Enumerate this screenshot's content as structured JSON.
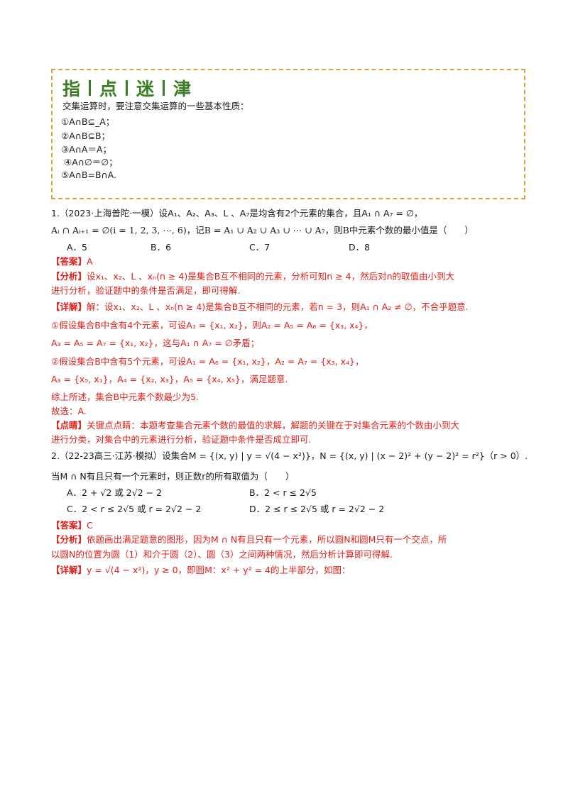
{
  "tips": {
    "title_chars": [
      "指",
      "点",
      "迷",
      "津"
    ],
    "intro": "交集运算时，要注意交集运算的一些基本性质：",
    "props": [
      "①A∩B⊆_A；",
      "②A∩B⊆B；",
      "③A∩A＝A；",
      "④A∩∅＝∅；",
      "⑤A∩B=B∩A."
    ]
  },
  "q1": {
    "line1": "1.（2023·上海普陀·一模）设A₁、A₂、A₃、L 、A₇是均含有2个元素的集合，且A₁ ∩ A₇ = ∅，",
    "line2": "Aᵢ ∩ Aᵢ₊₁ = ∅(i = 1, 2, 3, ⋯, 6)，记B = A₁ ∪ A₂ ∪ A₃ ∪ ⋯ ∪ A₇，则B中元素个数的最小值是（　　）",
    "options": [
      "A．5",
      "B．6",
      "C．7",
      "D．8"
    ],
    "answer_tag": "【答案】",
    "answer": "A",
    "analysis_tag": "【分析】",
    "analysis_1": "设x₁、x₂、L 、xₙ(n ≥ 4)是集合B互不相同的元素，分析可知n ≥ 4，然后对n的取值由小到大",
    "analysis_2": "进行分析，验证题中的条件是否满足，即可得解.",
    "detail_tag": "【详解】",
    "detail_1": "解：设x₁、x₂、L 、xₙ(n ≥ 4)是集合B互不相同的元素，若n = 3，则A₁ ∩ A₂ ≠ ∅，不合乎题意.",
    "case1_a": "①假设集合B中含有4个元素，可设A₁ = {x₁, x₂}，则A₂ = A₅ = A₆ = {x₃, x₄}，",
    "case1_b": "A₃ = A₅ = A₇ = {x₁, x₂}，这与A₁ ∩ A₇ = ∅矛盾；",
    "case2_a": "②假设集合B中含有5个元素，可设A₁ = A₆ = {x₁, x₂}，A₂ = A₇ = {x₃, x₄}，",
    "case2_b": "A₃ = {x₅, x₁}，A₄ = {x₂, x₃}，A₅ = {x₄, x₅}，满足题意.",
    "summary": "综上所述，集合B中元素个数最少为5.",
    "conclusion": "故选：A.",
    "review_tag": "【点睛】",
    "review_1": "关键点点睛：本题考查集合元素个数的最值的求解，解题的关键在于对集合元素的个数由小到大",
    "review_2": "进行分类，对集合中的元素进行分析，验证题中条件是否成立即可."
  },
  "q2": {
    "line1": "2.（22-23高三·江苏·模拟）设集合M = {(x, y) | y = √(4 − x²)}，N = {(x, y) | (x − 2)² + (y − 2)² = r²}（r > 0）.",
    "line2": "当M ∩ N有且只有一个元素时，则正数r的所有取值为（　　）",
    "options": [
      "A．2 + √2 或 2√2 − 2",
      "B．2 < r ≤ 2√5",
      "C．2 < r ≤ 2√5 或 r = 2√2 − 2",
      "D．2 ≤ r ≤ 2√5 或 r = 2√2 − 2"
    ],
    "answer_tag": "【答案】",
    "answer": "C",
    "analysis_tag": "【分析】",
    "analysis_1": "依题画出满足题意的图形，因为M ∩ N有且只有一个元素，所以圆N和圆M只有一个交点，所",
    "analysis_2": "以圆N的位置为圆（1）和介于圆（2）、圆（3）之间两种情况，然后分析计算即可得解.",
    "detail_tag": "【详解】",
    "detail_1": "y = √(4 − x²)，y ≥ 0，即圆M：x² + y² = 4的上半部分，如图："
  }
}
